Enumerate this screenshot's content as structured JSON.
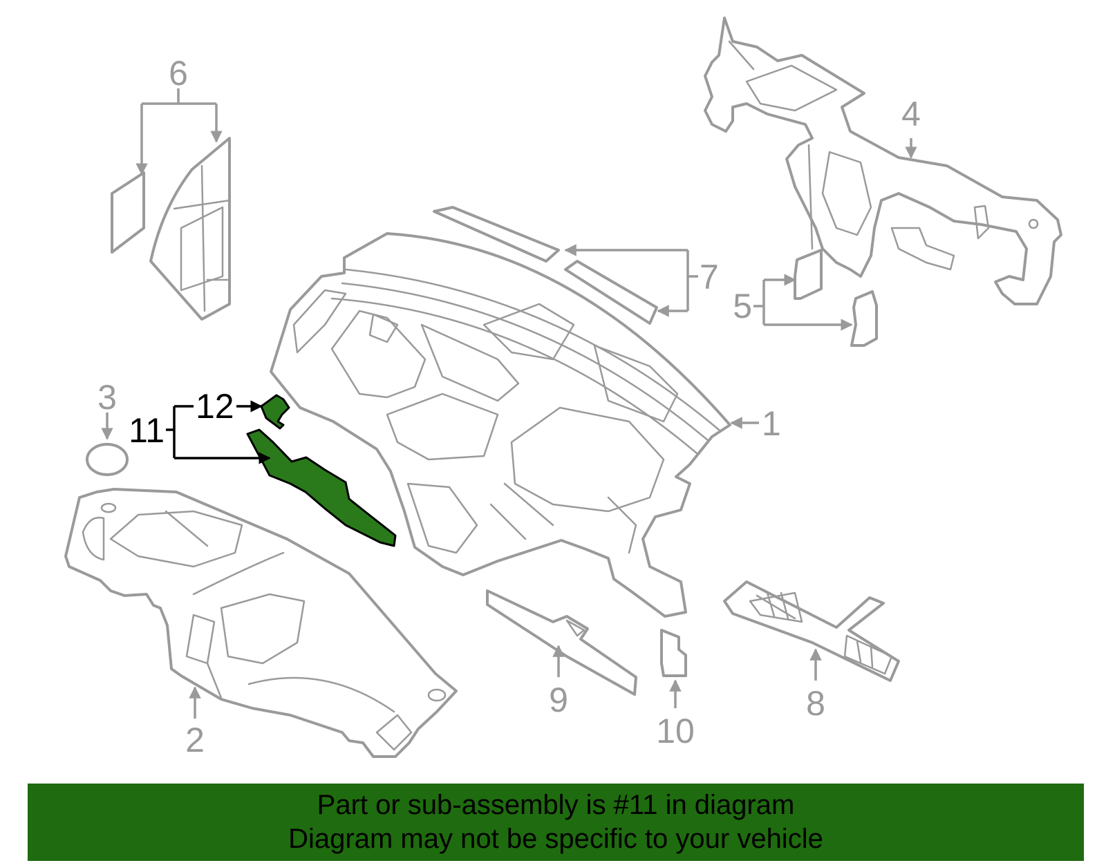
{
  "colors": {
    "part_stroke": "#9a9a9a",
    "highlight_fill": "#2a7a1c",
    "highlight_stroke": "#000000",
    "banner_background": "#1f6b0f",
    "background": "#ffffff"
  },
  "callouts": {
    "c1": "1",
    "c2": "2",
    "c3": "3",
    "c4": "4",
    "c5": "5",
    "c6": "6",
    "c7": "7",
    "c8": "8",
    "c9": "9",
    "c10": "10",
    "c11": "11",
    "c12": "12"
  },
  "highlighted_part": "11",
  "banner": {
    "line1": "Part or sub-assembly is #11 in diagram",
    "line2": "Diagram may not be specific to your vehicle"
  }
}
